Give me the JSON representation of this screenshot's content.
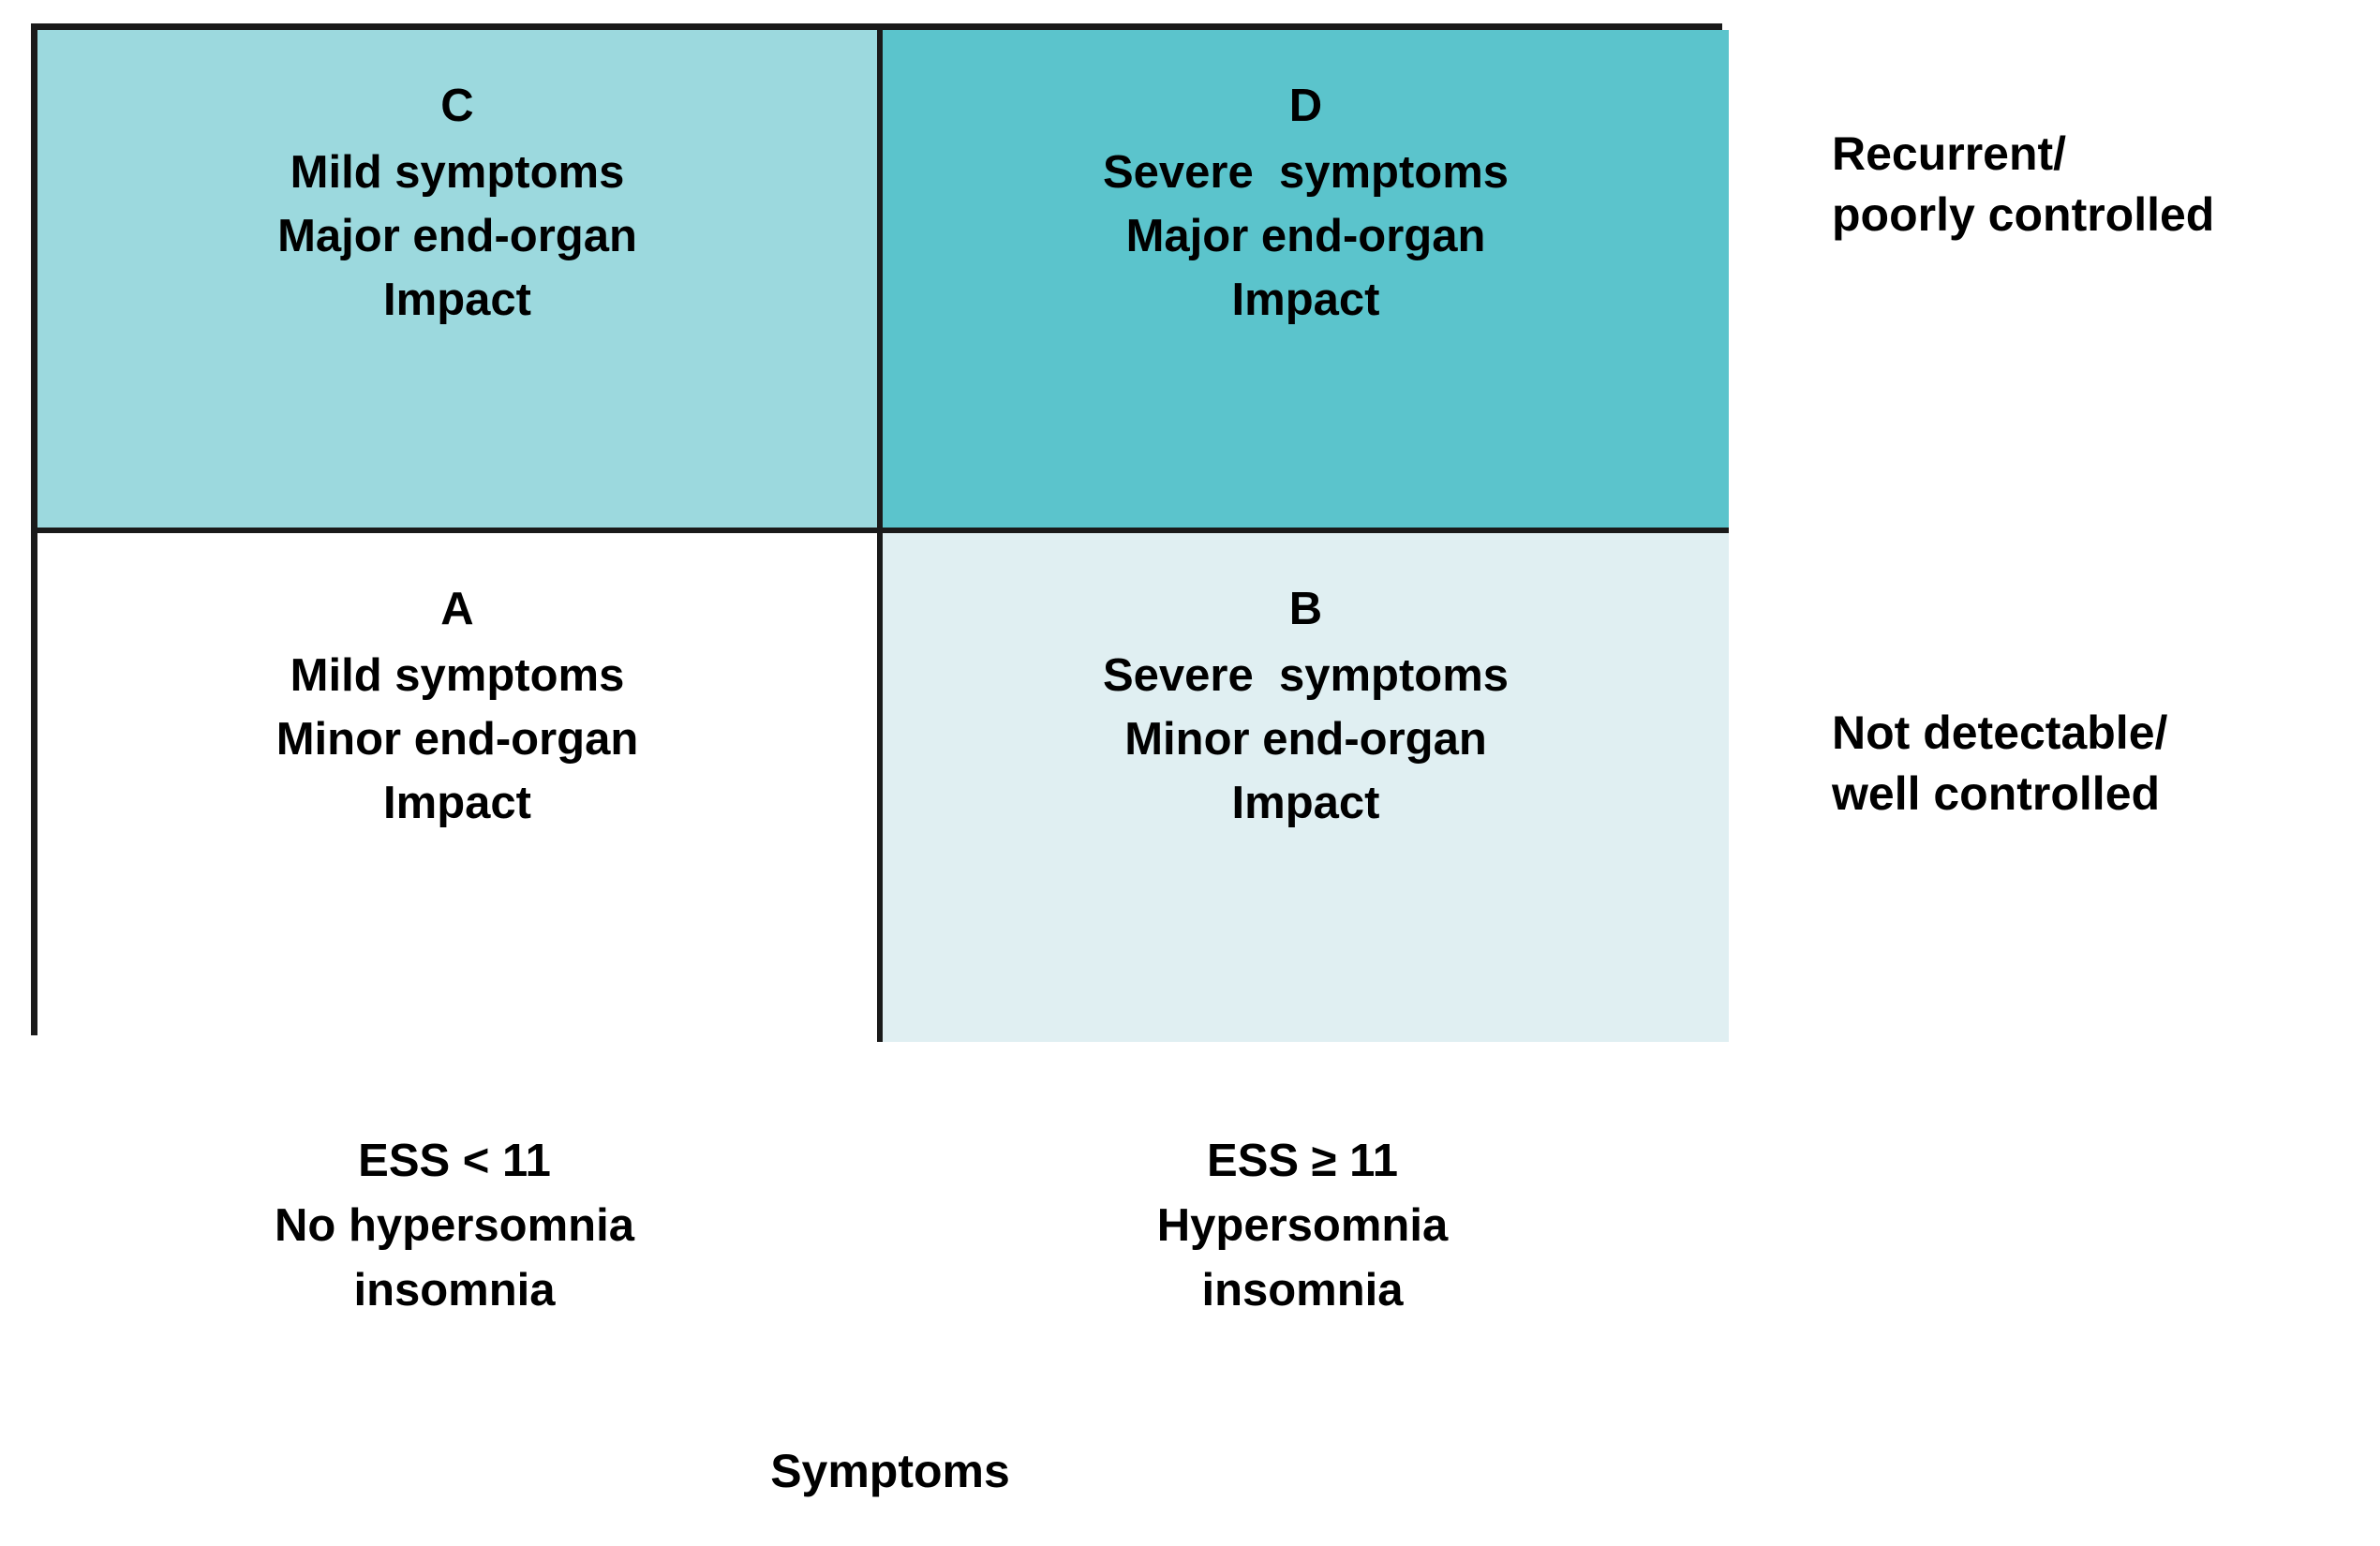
{
  "figure": {
    "type": "quadrant-matrix",
    "axis_title_x": "Symptoms"
  },
  "quadrants": {
    "c": {
      "letter": "C",
      "line1": "Mild symptoms",
      "line2": "Major end-organ",
      "line3": "Impact",
      "fill": "#9cd9de"
    },
    "d": {
      "letter": "D",
      "line1": "Severe  symptoms",
      "line2": "Major end-organ",
      "line3": "Impact",
      "fill": "#5bc4cc"
    },
    "a": {
      "letter": "A",
      "line1": "Mild symptoms",
      "line2": "Minor end-organ",
      "line3": "Impact",
      "fill": "#ffffff"
    },
    "b": {
      "letter": "B",
      "line1": "Severe  symptoms",
      "line2": "Minor end-organ",
      "line3": "Impact",
      "fill": "#e0eff2"
    }
  },
  "row_labels": {
    "top": "Recurrent/\npoorly controlled",
    "bottom": "Not detectable/\nwell controlled"
  },
  "column_labels": {
    "left": "ESS < 11\nNo hypersomnia\ninsomnia",
    "right": "ESS ≥ 11\nHypersomnia\ninsomnia"
  },
  "colors": {
    "border": "#1a1a1a",
    "text": "#000000",
    "background": "#ffffff"
  }
}
